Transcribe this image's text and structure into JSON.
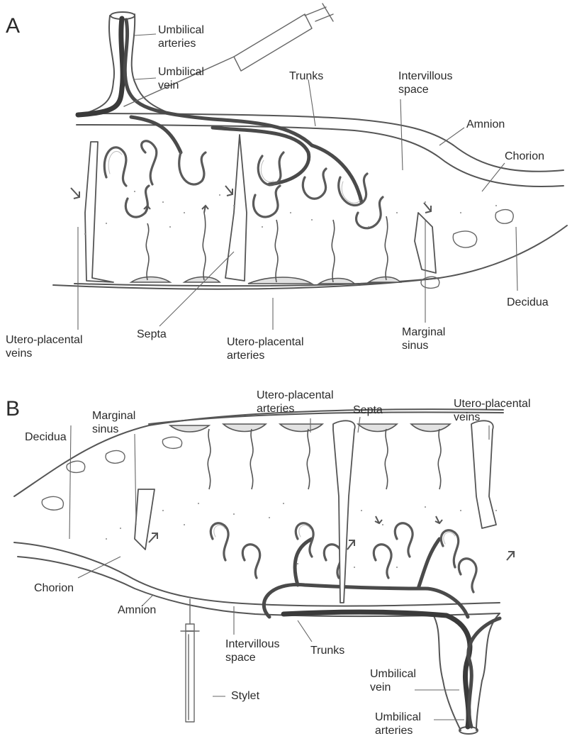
{
  "panels": [
    {
      "letter": "A",
      "labels": {
        "umbilical_arteries": "Umbilical\narteries",
        "umbilical_vein": "Umbilical\nvein",
        "trunks": "Trunks",
        "intervillous_space": "Intervillous\nspace",
        "amnion": "Amnion",
        "chorion": "Chorion",
        "decidua": "Decidua",
        "utero_placental_veins": "Utero-placental\nveins",
        "septa": "Septa",
        "utero_placental_arteries": "Utero-placental\narteries",
        "marginal_sinus": "Marginal\nsinus"
      }
    },
    {
      "letter": "B",
      "labels": {
        "utero_placental_arteries": "Utero-placental\narteries",
        "marginal_sinus": "Marginal\nsinus",
        "septa": "Septa",
        "utero_placental_veins": "Utero-placental\nveins",
        "decidua": "Decidua",
        "chorion": "Chorion",
        "amnion": "Amnion",
        "intervillous_space": "Intervillous\nspace",
        "trunks": "Trunks",
        "stylet": "Stylet",
        "umbilical_vein": "Umbilical\nvein",
        "umbilical_arteries": "Umbilical\narteries"
      }
    }
  ]
}
